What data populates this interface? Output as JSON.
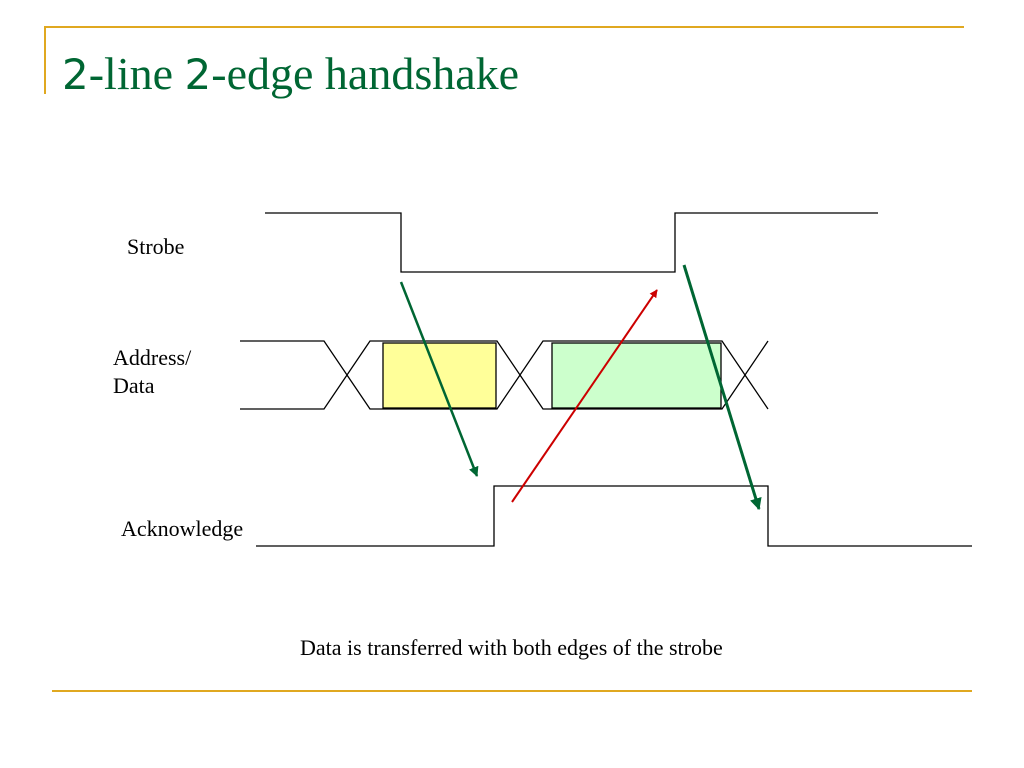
{
  "slide": {
    "title": {
      "num1": "2",
      "part1": "-line ",
      "num2": "2",
      "part2": "-edge handshake"
    },
    "caption": "Data is transferred with both edges of the strobe"
  },
  "signals": {
    "strobe": "Strobe",
    "address_line1": "Address/",
    "address_line2": "Data",
    "acknowledge": "Acknowledge"
  },
  "colors": {
    "title": "#006633",
    "rule": "#e0a820",
    "signal_line": "#000000",
    "data_box_1": "#ffff99",
    "data_box_2": "#ccffcc",
    "arrow_green": "#006633",
    "arrow_red": "#cc0000"
  }
}
